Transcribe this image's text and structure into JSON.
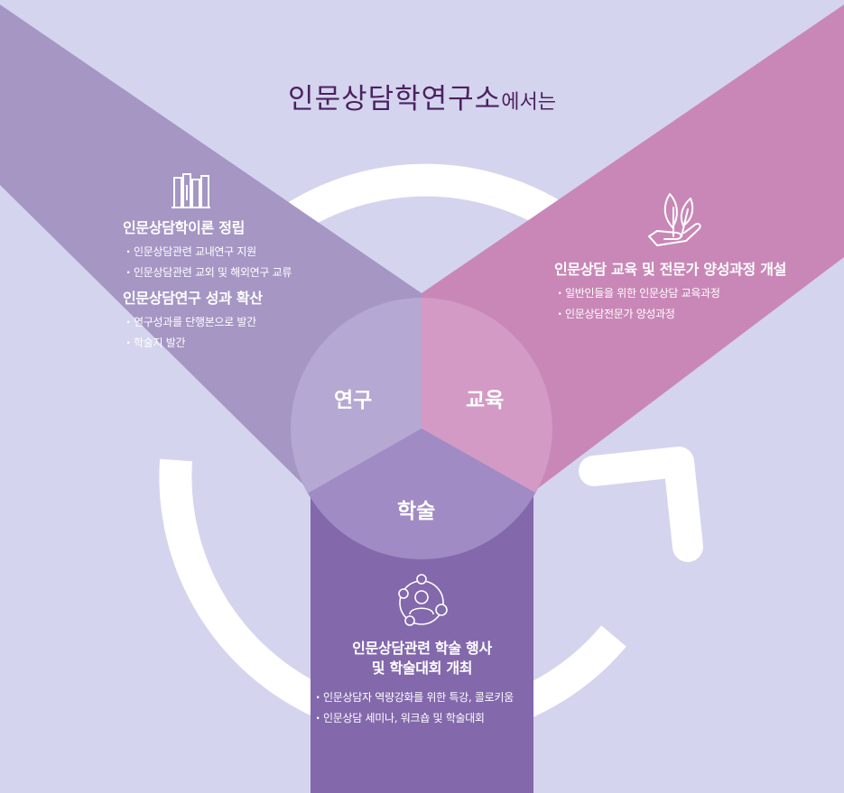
{
  "title": {
    "main": "인문상담학연구소",
    "suffix": "에서는"
  },
  "research": {
    "icon": "books-icon",
    "heading1": "인문상담학이론 정립",
    "items1": [
      "인문상담관련 교내연구 지원",
      "인문상담관련 교외 및 해외연구 교류"
    ],
    "heading2": "인문상담연구 성과 확산",
    "items2": [
      "연구성과를 단행본으로 발간",
      "학술지 발간"
    ]
  },
  "education": {
    "icon": "plant-hand-icon",
    "heading": "인문상담 교육 및 전문가 양성과정 개설",
    "items": [
      "일반인들을 위한 인문상담 교육과정",
      "인문상담전문가 양성과정"
    ]
  },
  "academic": {
    "icon": "network-person-icon",
    "heading_line1": "인문상담관련 학술 행사",
    "heading_line2": "및 학술대회 개최",
    "items": [
      "인문상담자 역량강화를 위한 특강, 콜로키움",
      "인문상담 세미나, 워크숍 및 학술대회"
    ]
  },
  "center": {
    "research": "연구",
    "education": "교육",
    "academic": "학술"
  },
  "colors": {
    "background": "#d4d4ee",
    "research_band": "#a596c4",
    "education_band": "#c987b7",
    "academic_band": "#8368ab",
    "title": "#4b2160"
  }
}
